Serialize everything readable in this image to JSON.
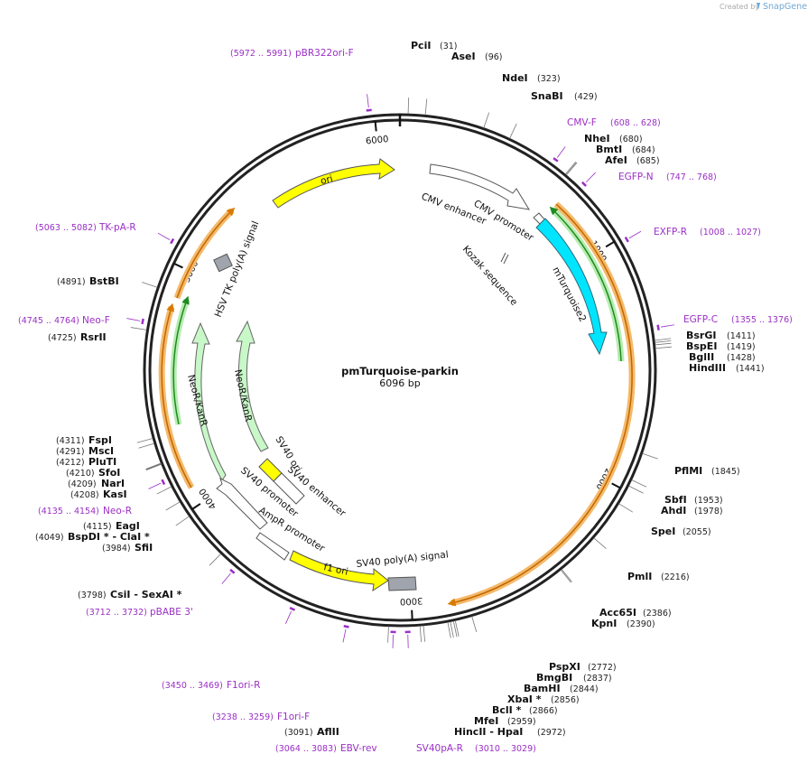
{
  "watermark": {
    "created_by": "Created by",
    "brand": "SnapGene"
  },
  "plasmid": {
    "name": "pmTurquoise-parkin",
    "size_label": "6096 bp",
    "length": 6096
  },
  "ticks": [
    "1000",
    "2000",
    "3000",
    "4000",
    "5000",
    "6000"
  ],
  "tick_values": [
    1000,
    2000,
    3000,
    4000,
    5000,
    6000
  ],
  "sites": [
    {
      "name": "PciI",
      "pos": "(31)",
      "bp": 31
    },
    {
      "name": "AseI",
      "pos": "(96)",
      "bp": 96
    },
    {
      "name": "NdeI",
      "pos": "(323)",
      "bp": 323
    },
    {
      "name": "SnaBI",
      "pos": "(429)",
      "bp": 429
    },
    {
      "name": "NheI",
      "pos": "(680)",
      "bp": 680
    },
    {
      "name": "BmtI",
      "pos": "(684)",
      "bp": 684
    },
    {
      "name": "AfeI",
      "pos": "(685)",
      "bp": 685
    },
    {
      "name": "BsrGI",
      "pos": "(1411)",
      "bp": 1411
    },
    {
      "name": "BspEI",
      "pos": "(1419)",
      "bp": 1419
    },
    {
      "name": "BglII",
      "pos": "(1428)",
      "bp": 1428
    },
    {
      "name": "HindIII",
      "pos": "(1441)",
      "bp": 1441
    },
    {
      "name": "PflMI",
      "pos": "(1845)",
      "bp": 1845
    },
    {
      "name": "SbfI",
      "pos": "(1953)",
      "bp": 1953
    },
    {
      "name": "AhdI",
      "pos": "(1978)",
      "bp": 1978
    },
    {
      "name": "SpeI",
      "pos": "(2055)",
      "bp": 2055
    },
    {
      "name": "PmlI",
      "pos": "(2216)",
      "bp": 2216
    },
    {
      "name": "Acc65I",
      "pos": "(2386)",
      "bp": 2386
    },
    {
      "name": "KpnI",
      "pos": "(2390)",
      "bp": 2390
    },
    {
      "name": "PspXI",
      "pos": "(2772)",
      "bp": 2772
    },
    {
      "name": "BmgBI",
      "pos": "(2837)",
      "bp": 2837
    },
    {
      "name": "BamHI",
      "pos": "(2844)",
      "bp": 2844
    },
    {
      "name": "XbaI *",
      "pos": "(2856)",
      "bp": 2856
    },
    {
      "name": "BclI *",
      "pos": "(2866)",
      "bp": 2866
    },
    {
      "name": "MfeI",
      "pos": "(2959)",
      "bp": 2959
    },
    {
      "name": "HincII - HpaI",
      "pos": "(2972)",
      "bp": 2972
    },
    {
      "name": "AflII",
      "pos": "(3091)",
      "bp": 3091
    },
    {
      "name": "CsiI  - SexAI *",
      "pos": "(3798)",
      "bp": 3798
    },
    {
      "name": "SfiI",
      "pos": "(3984)",
      "bp": 3984
    },
    {
      "name": "BspDI * - ClaI *",
      "pos": "(4049)",
      "bp": 4049
    },
    {
      "name": "EagI",
      "pos": "(4115)",
      "bp": 4115
    },
    {
      "name": "KasI",
      "pos": "(4208)",
      "bp": 4208
    },
    {
      "name": "NarI",
      "pos": "(4209)",
      "bp": 4209
    },
    {
      "name": "SfoI",
      "pos": "(4210)",
      "bp": 4210
    },
    {
      "name": "PluTI",
      "pos": "(4212)",
      "bp": 4212
    },
    {
      "name": "MscI",
      "pos": "(4291)",
      "bp": 4291
    },
    {
      "name": "FspI",
      "pos": "(4311)",
      "bp": 4311
    },
    {
      "name": "RsrII",
      "pos": "(4725)",
      "bp": 4725
    },
    {
      "name": "BstBI",
      "pos": "(4891)",
      "bp": 4891
    }
  ],
  "primers": [
    {
      "name": "pBR322ori-F",
      "range": "(5972 .. 5991)",
      "bp": 5981
    },
    {
      "name": "CMV-F",
      "range": "(608 .. 628)",
      "bp": 618
    },
    {
      "name": "EGFP-N",
      "range": "(747 .. 768)",
      "bp": 757
    },
    {
      "name": "EXFP-R",
      "range": "(1008 .. 1027)",
      "bp": 1017
    },
    {
      "name": "EGFP-C",
      "range": "(1355 .. 1376)",
      "bp": 1365
    },
    {
      "name": "SV40pA-R",
      "range": "(3010 .. 3029)",
      "bp": 3019
    },
    {
      "name": "EBV-rev",
      "range": "(3064 .. 3083)",
      "bp": 3073
    },
    {
      "name": "F1ori-F",
      "range": "(3238 .. 3259)",
      "bp": 3248
    },
    {
      "name": "F1ori-R",
      "range": "(3450 .. 3469)",
      "bp": 3459
    },
    {
      "name": "pBABE 3'",
      "range": "(3712 .. 3732)",
      "bp": 3722
    },
    {
      "name": "Neo-R",
      "range": "(4135 .. 4154)",
      "bp": 4144
    },
    {
      "name": "Neo-F",
      "range": "(4745 .. 4764)",
      "bp": 4754
    },
    {
      "name": "TK-pA-R",
      "range": "(5063 .. 5082)",
      "bp": 5072
    }
  ],
  "features": [
    {
      "name": "ori",
      "color": "#ffff00"
    },
    {
      "name": "CMV enhancer",
      "color": "#ffffff"
    },
    {
      "name": "CMV promoter",
      "color": "#ffffff"
    },
    {
      "name": "Kozak sequence",
      "color": "#ffffff"
    },
    {
      "name": "mTurquoise2",
      "color": "#00e5ff"
    },
    {
      "name": "HSV TK poly(A) signal",
      "color": "#a0a4ad"
    },
    {
      "name": "NeoR/KanR",
      "color": "#c8f7c8"
    },
    {
      "name": "NeoR/KanR",
      "color": "#c8f7c8"
    },
    {
      "name": "SV40 ori",
      "color": "#ffff00"
    },
    {
      "name": "SV40 enhancer",
      "color": "#ffffff"
    },
    {
      "name": "SV40 promoter",
      "color": "#ffffff"
    },
    {
      "name": "AmpR promoter",
      "color": "#ffffff"
    },
    {
      "name": "f1 ori",
      "color": "#ffff00"
    },
    {
      "name": "SV40 poly(A) signal",
      "color": "#a0a4ad"
    }
  ]
}
